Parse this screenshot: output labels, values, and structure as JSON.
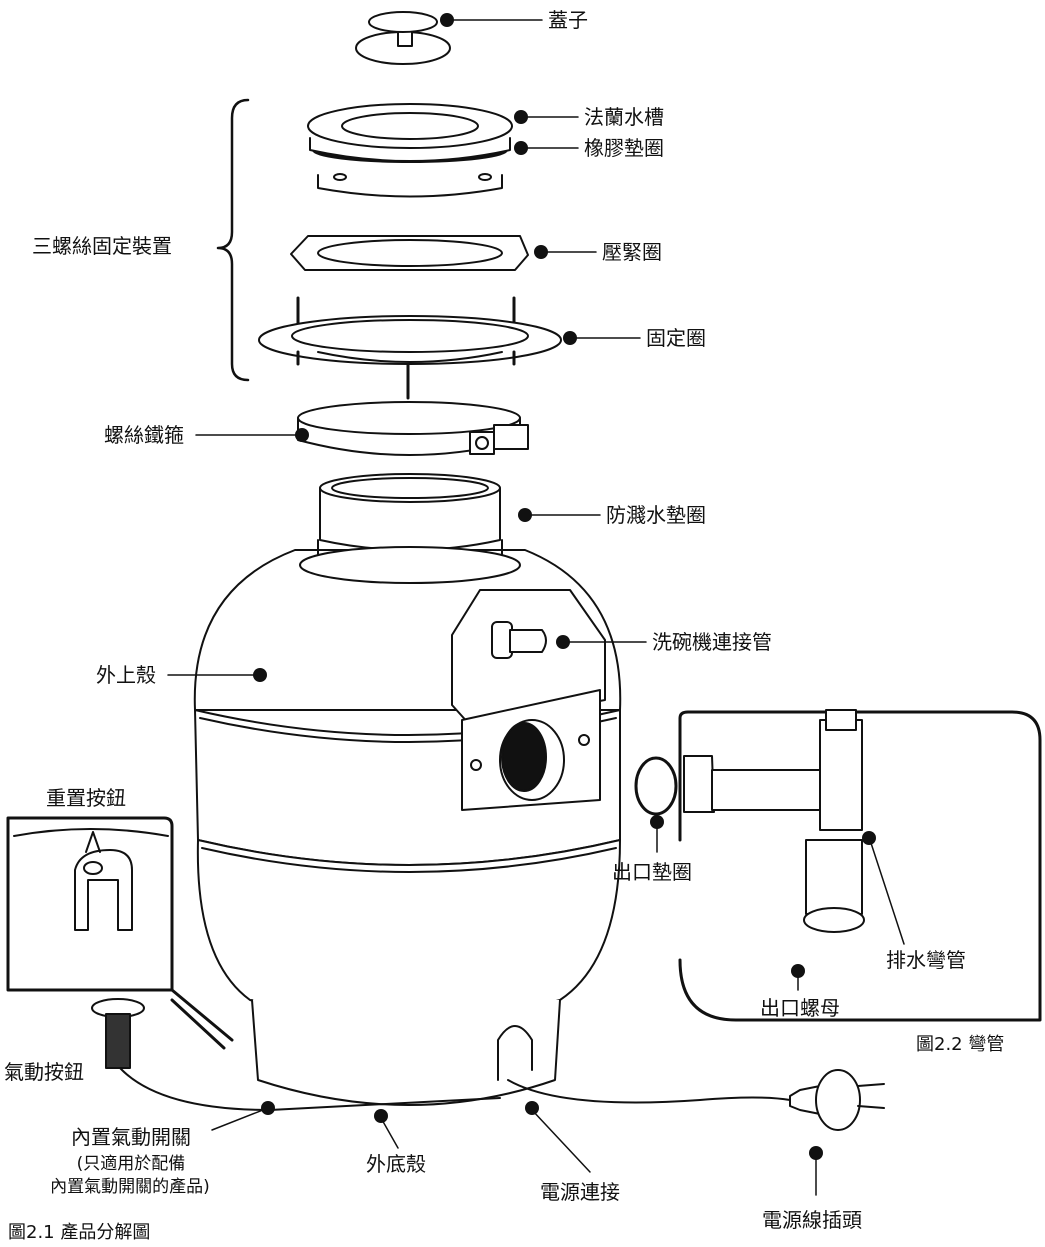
{
  "labels": {
    "lid": "蓋子",
    "sink_flange": "法蘭水槽",
    "rubber_gasket": "橡膠墊圈",
    "mounting_assembly": "三螺絲固定裝置",
    "backup_ring": "壓緊圈",
    "mounting_ring": "固定圈",
    "screw_clamp": "螺絲鐵箍",
    "splash_gasket": "防濺水墊圈",
    "dishwasher_inlet": "洗碗機連接管",
    "upper_housing": "外上殼",
    "reset_button": "重置按鈕",
    "outlet_gasket": "出口墊圈",
    "drain_trap": "排水彎管",
    "outlet_nut": "出口螺母",
    "air_button": "氣動按鈕",
    "builtin_air_switch": "內置氣動開關",
    "note_line1": "(只適用於配備",
    "note_line2": "內置氣動開關的產品)",
    "lower_housing": "外底殼",
    "power_connection": "電源連接",
    "power_plug": "電源線插頭"
  },
  "captions": {
    "fig_2_2": "圖2.2 彎管",
    "fig_2_1": "圖2.1 產品分解圖"
  }
}
